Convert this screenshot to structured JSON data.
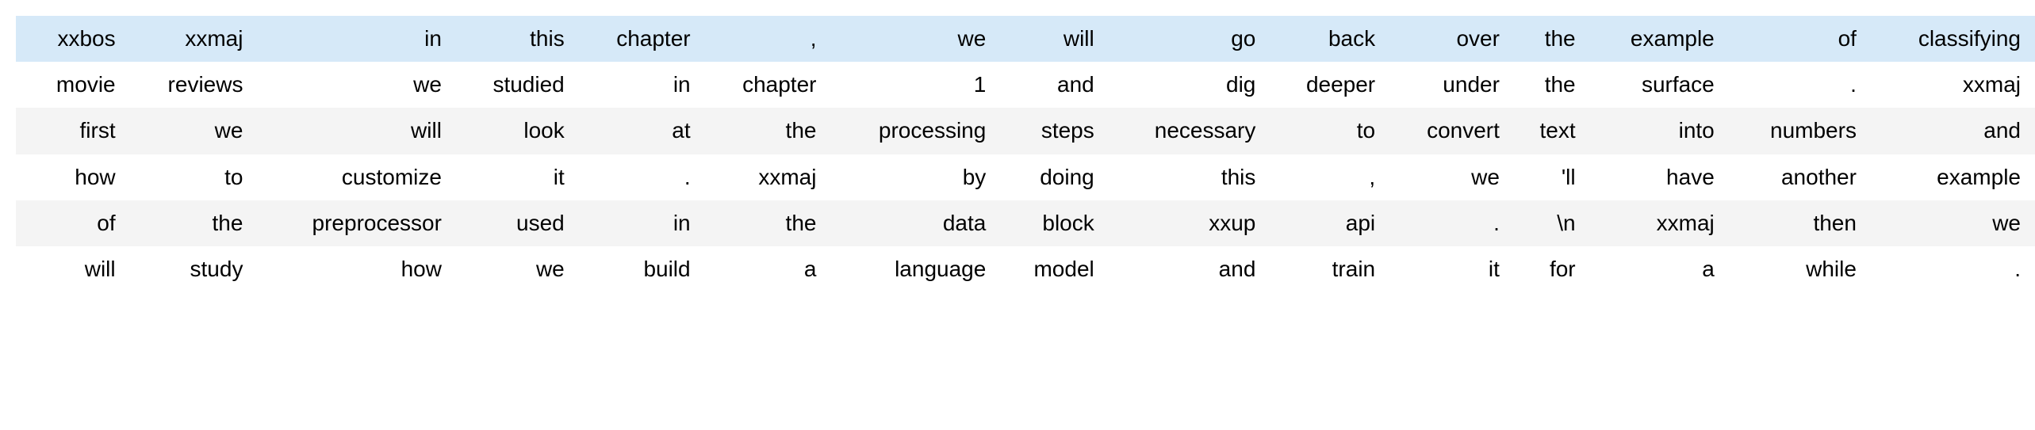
{
  "table": {
    "name": "tokenized-text-batch-table",
    "column_count": 16,
    "row_count": 6,
    "row_styles": [
      "highlight",
      "plain",
      "stripe",
      "plain",
      "stripe",
      "plain"
    ],
    "colors": {
      "highlight_row_bg": "#d6e9f8",
      "stripe_row_bg": "#f4f4f4",
      "plain_row_bg": "#ffffff",
      "text": "#000000",
      "page_bg": "#ffffff"
    },
    "rows": [
      [
        "xxbos",
        "xxmaj",
        "in",
        "this",
        "chapter",
        ",",
        "we",
        "will",
        "go",
        "back",
        "over",
        "the",
        "example",
        "of",
        "classifying"
      ],
      [
        "movie",
        "reviews",
        "we",
        "studied",
        "in",
        "chapter",
        "1",
        "and",
        "dig",
        "deeper",
        "under",
        "the",
        "surface",
        ".",
        "xxmaj"
      ],
      [
        "first",
        "we",
        "will",
        "look",
        "at",
        "the",
        "processing",
        "steps",
        "necessary",
        "to",
        "convert",
        "text",
        "into",
        "numbers",
        "and"
      ],
      [
        "how",
        "to",
        "customize",
        "it",
        ".",
        "xxmaj",
        "by",
        "doing",
        "this",
        ",",
        "we",
        "'ll",
        "have",
        "another",
        "example"
      ],
      [
        "of",
        "the",
        "preprocessor",
        "used",
        "in",
        "the",
        "data",
        "block",
        "xxup",
        "api",
        ".",
        "\\n",
        "xxmaj",
        "then",
        "we"
      ],
      [
        "will",
        "study",
        "how",
        "we",
        "build",
        "a",
        "language",
        "model",
        "and",
        "train",
        "it",
        "for",
        "a",
        "while",
        "."
      ]
    ]
  }
}
